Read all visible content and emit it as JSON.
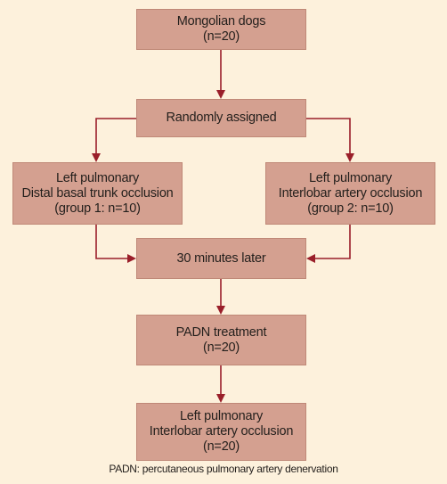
{
  "boxes": {
    "start": {
      "line1": "Mongolian dogs",
      "line2": "(n=20)"
    },
    "assign": {
      "line1": "Randomly assigned"
    },
    "group1": {
      "line1": "Left pulmonary",
      "line2": "Distal basal trunk occlusion",
      "line3": "(group 1: n=10)"
    },
    "group2": {
      "line1": "Left pulmonary",
      "line2": "Interlobar artery occlusion",
      "line3": "(group 2: n=10)"
    },
    "wait": {
      "line1": "30 minutes later"
    },
    "padn": {
      "line1": "PADN treatment",
      "line2": "(n=20)"
    },
    "final": {
      "line1": "Left pulmonary",
      "line2": "Interlobar artery occlusion",
      "line3": "(n=20)"
    }
  },
  "footnote": "PADN: percutaneous pulmonary artery denervation",
  "colors": {
    "background": "#fdf1dc",
    "box_fill": "#d4a090",
    "arrow": "#9a1f2a"
  }
}
